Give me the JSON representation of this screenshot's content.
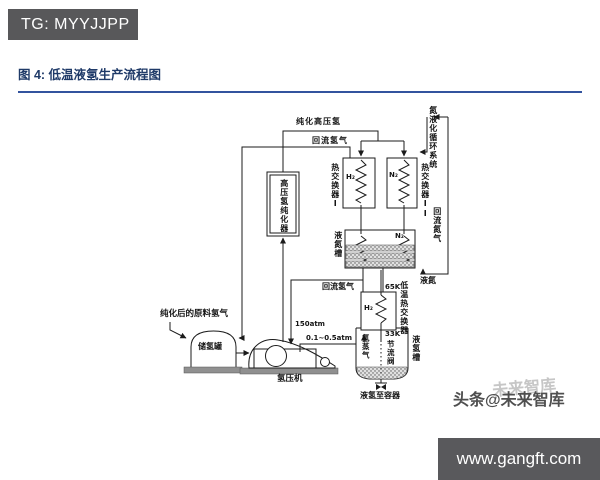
{
  "header": {
    "tag_label": "TG: MYYJJPP"
  },
  "figure": {
    "title": "图 4: 低温液氢生产流程图"
  },
  "diagram": {
    "labels": {
      "purified_hp_h2": "纯化高压氢",
      "return_h2_top": "回流氢气",
      "n2_cycle_system": "氮液化循环系统",
      "hp_purifier": "高压氢纯化器",
      "hx1": "热交换器I",
      "hx2": "热交换器II",
      "h2_hx1": "H₂",
      "n2_hx2": "N₂",
      "n2_tank_gas": "N₂",
      "ln2_tank": "液氮槽",
      "return_n2": "回流氮气",
      "liquid_n2": "液氮",
      "return_h2_mid": "回流氢气",
      "temp_65k": "65K",
      "lt_hx": "低温热交换器",
      "h2_lt_hx": "H₂",
      "temp_33k": "33K",
      "throttle_valve": "节流阀",
      "h2_vapor": "氢蒸气",
      "lh2_tank": "液氢槽",
      "lh2_to_vessel": "液氢至容器",
      "feed_gas": "纯化后的原料氢气",
      "storage_tank": "储氢罐",
      "compressor": "氢压机",
      "pressure_high": "150atm",
      "pressure_low": "0.1~0.5atm"
    }
  },
  "watermark": {
    "text": "头条@未来智库",
    "ghost_text": "未来智库"
  },
  "footer": {
    "site_url": "www.gangft.com"
  },
  "colors": {
    "bar_bg": "#58585a",
    "title_text": "#1f3a68",
    "title_rule": "#33539e",
    "footer_bg": "#59595c",
    "diagram_line": "#1b1b1b",
    "watermark_text": "#4f4f4f",
    "watermark_ghost": "#c6c6c6"
  }
}
